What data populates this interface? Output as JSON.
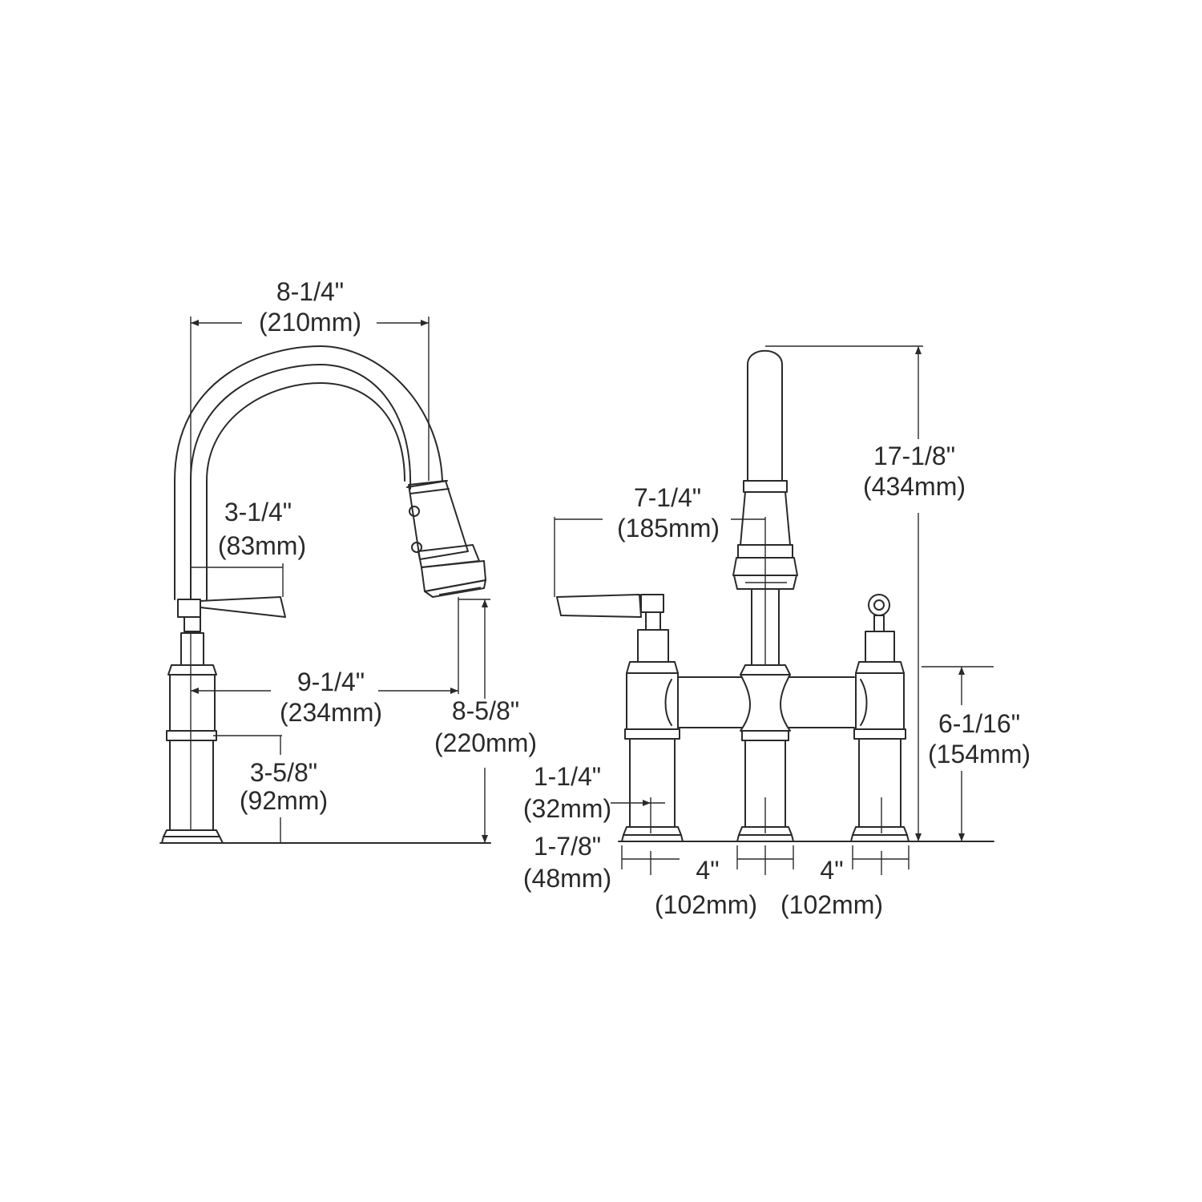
{
  "colors": {
    "ink": "#2a2a2a",
    "background": "#ffffff"
  },
  "dimensions": {
    "spout_reach": {
      "in": "8-1/4\"",
      "mm": "(210mm)"
    },
    "side_handle_length": {
      "in": "3-1/4\"",
      "mm": "(83mm)"
    },
    "handle_to_spray": {
      "in": "9-1/4\"",
      "mm": "(234mm)"
    },
    "spray_height": {
      "in": "8-5/8\"",
      "mm": "(220mm)"
    },
    "base_to_handle": {
      "in": "3-5/8\"",
      "mm": "(92mm)"
    },
    "overall_height": {
      "in": "17-1/8\"",
      "mm": "(434mm)"
    },
    "front_handle_reach": {
      "in": "7-1/4\"",
      "mm": "(185mm)"
    },
    "bridge_height": {
      "in": "6-1/16\"",
      "mm": "(154mm)"
    },
    "shank_diameter": {
      "in": "1-1/4\"",
      "mm": "(32mm)"
    },
    "base_diameter": {
      "in": "1-7/8\"",
      "mm": "(48mm)"
    },
    "center_left": {
      "in": "4\"",
      "mm": "(102mm)"
    },
    "center_right": {
      "in": "4\"",
      "mm": "(102mm)"
    }
  }
}
